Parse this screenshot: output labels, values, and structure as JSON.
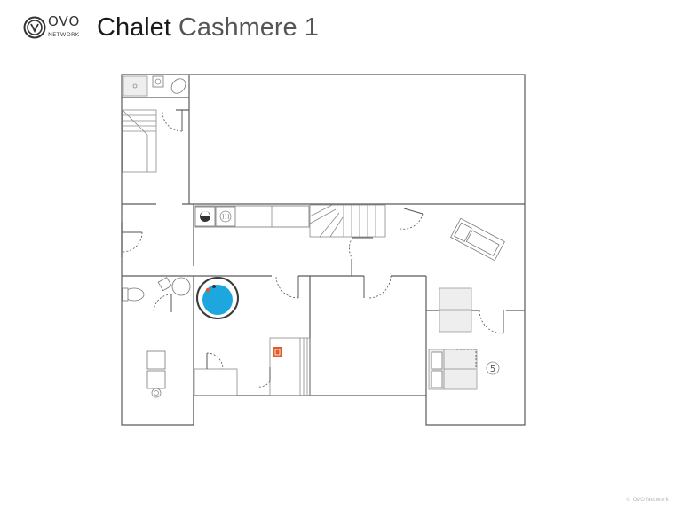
{
  "brand": {
    "logo_word": "OVO",
    "logo_sub": "NETWORK"
  },
  "page": {
    "title_first": "Chalet",
    "title_second": "Cashmere 1",
    "copyright": "© OVO Network"
  },
  "plan": {
    "bedroom_number": "5"
  },
  "colors": {
    "pool_water": "#1ea6df",
    "pool_ring": "#3a3a3a",
    "stove": "#e05a2b",
    "wall": "#5a5a5a",
    "furniture_fill": "#eeeeee"
  },
  "icons": {
    "logo": "ovo-circle-v-icon",
    "pool": "hot-tub-icon",
    "stove": "sauna-stove-icon",
    "washer": "washing-machine-icon",
    "dryer": "dryer-icon"
  }
}
